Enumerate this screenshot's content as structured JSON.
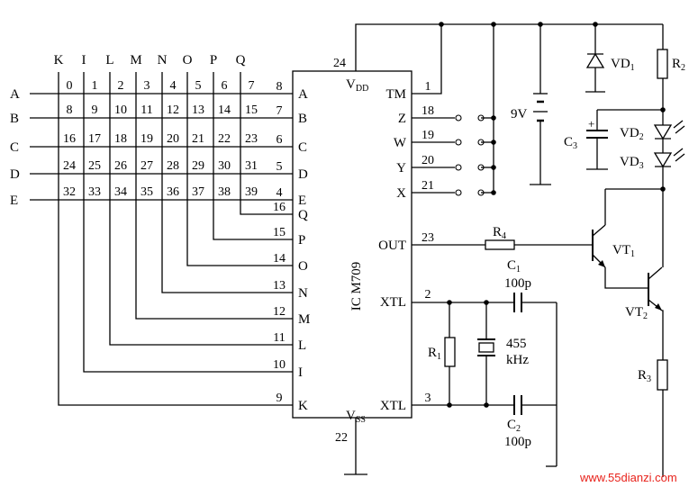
{
  "chip": {
    "name": "IC M709",
    "vdd_main": "V",
    "vdd_sub": "DD",
    "vss_main": "V",
    "vss_sub": "SS",
    "pin_vdd": "24",
    "pin_vss": "22",
    "left_pins": [
      {
        "label": "A",
        "num": "8"
      },
      {
        "label": "B",
        "num": "7"
      },
      {
        "label": "C",
        "num": "6"
      },
      {
        "label": "D",
        "num": "5"
      },
      {
        "label": "E",
        "num": "4"
      },
      {
        "label": "Q",
        "num": "16"
      },
      {
        "label": "P",
        "num": "15"
      },
      {
        "label": "O",
        "num": "14"
      },
      {
        "label": "N",
        "num": "13"
      },
      {
        "label": "M",
        "num": "12"
      },
      {
        "label": "L",
        "num": "11"
      },
      {
        "label": "I",
        "num": "10"
      },
      {
        "label": "K",
        "num": "9"
      }
    ],
    "right_pins": [
      {
        "label": "TM",
        "num": "1"
      },
      {
        "label": "Z",
        "num": "18"
      },
      {
        "label": "W",
        "num": "19"
      },
      {
        "label": "Y",
        "num": "20"
      },
      {
        "label": "X",
        "num": "21"
      },
      {
        "label": "OUT",
        "num": "23"
      },
      {
        "label": "XTL",
        "num": "2"
      },
      {
        "label": "XTL",
        "num": "3"
      }
    ]
  },
  "matrix": {
    "column_letters": [
      "K",
      "I",
      "L",
      "M",
      "N",
      "O",
      "P",
      "Q"
    ],
    "row_letters": [
      "A",
      "B",
      "C",
      "D",
      "E"
    ],
    "keys": [
      [
        "0",
        "1",
        "2",
        "3",
        "4",
        "5",
        "6",
        "7"
      ],
      [
        "8",
        "9",
        "10",
        "11",
        "12",
        "13",
        "14",
        "15"
      ],
      [
        "16",
        "17",
        "18",
        "19",
        "20",
        "21",
        "22",
        "23"
      ],
      [
        "24",
        "25",
        "26",
        "27",
        "28",
        "29",
        "30",
        "31"
      ],
      [
        "32",
        "33",
        "34",
        "35",
        "36",
        "37",
        "38",
        "39"
      ]
    ]
  },
  "components": {
    "battery": "9V",
    "vd1": {
      "main": "VD",
      "sub": "1"
    },
    "r2": {
      "main": "R",
      "sub": "2"
    },
    "c3": {
      "main": "C",
      "sub": "3"
    },
    "vd2": {
      "main": "VD",
      "sub": "2"
    },
    "vd3": {
      "main": "VD",
      "sub": "3"
    },
    "r4": {
      "main": "R",
      "sub": "4"
    },
    "vt1": {
      "main": "VT",
      "sub": "1"
    },
    "vt2": {
      "main": "VT",
      "sub": "2"
    },
    "r3": {
      "main": "R",
      "sub": "3"
    },
    "r1": {
      "main": "R",
      "sub": "1"
    },
    "c1": {
      "main": "C",
      "sub": "1",
      "value": "100p"
    },
    "c2": {
      "main": "C",
      "sub": "2",
      "value": "100p"
    },
    "crystal": {
      "freq": "455",
      "unit": "kHz"
    }
  },
  "watermark": "www.55dianzi.com"
}
